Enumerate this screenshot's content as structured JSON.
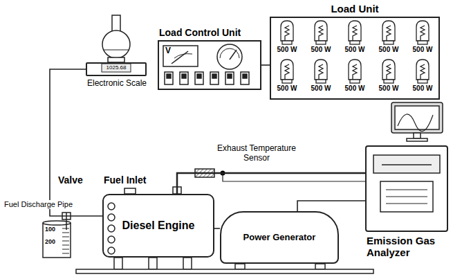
{
  "diagram": {
    "nodes": [
      {
        "text": [
          "Load Unit"
        ]
      },
      {
        "text": [
          "Load Control Unit"
        ]
      },
      {
        "text": [
          "Electronic Scale"
        ]
      },
      {
        "text": [
          "Diesel Engine"
        ]
      },
      {
        "text": [
          "Power Generator"
        ]
      },
      {
        "text": [
          "Emission Gas Analyzer"
        ]
      }
    ],
    "edges": [
      {
        "from": 2,
        "to": 3,
        "arrow": "none"
      },
      {
        "from": 0,
        "to": 1,
        "arrow": "none"
      },
      {
        "from": 3,
        "to": 4,
        "arrow": "none"
      },
      {
        "from": 3,
        "to": 5,
        "arrow": "none"
      },
      {
        "from": 4,
        "to": 5,
        "arrow": "none"
      }
    ],
    "labels": [
      "1025.68",
      "V",
      "Valve",
      "Fuel Inlet",
      "Fuel Discharge Pipe",
      "100",
      "200",
      "Exhaust Temperature Sensor",
      "500 W",
      "500 W",
      "500 W",
      "500 W",
      "500 W",
      "500 W",
      "500 W",
      "500 W",
      "500 W",
      "500 W"
    ]
  }
}
